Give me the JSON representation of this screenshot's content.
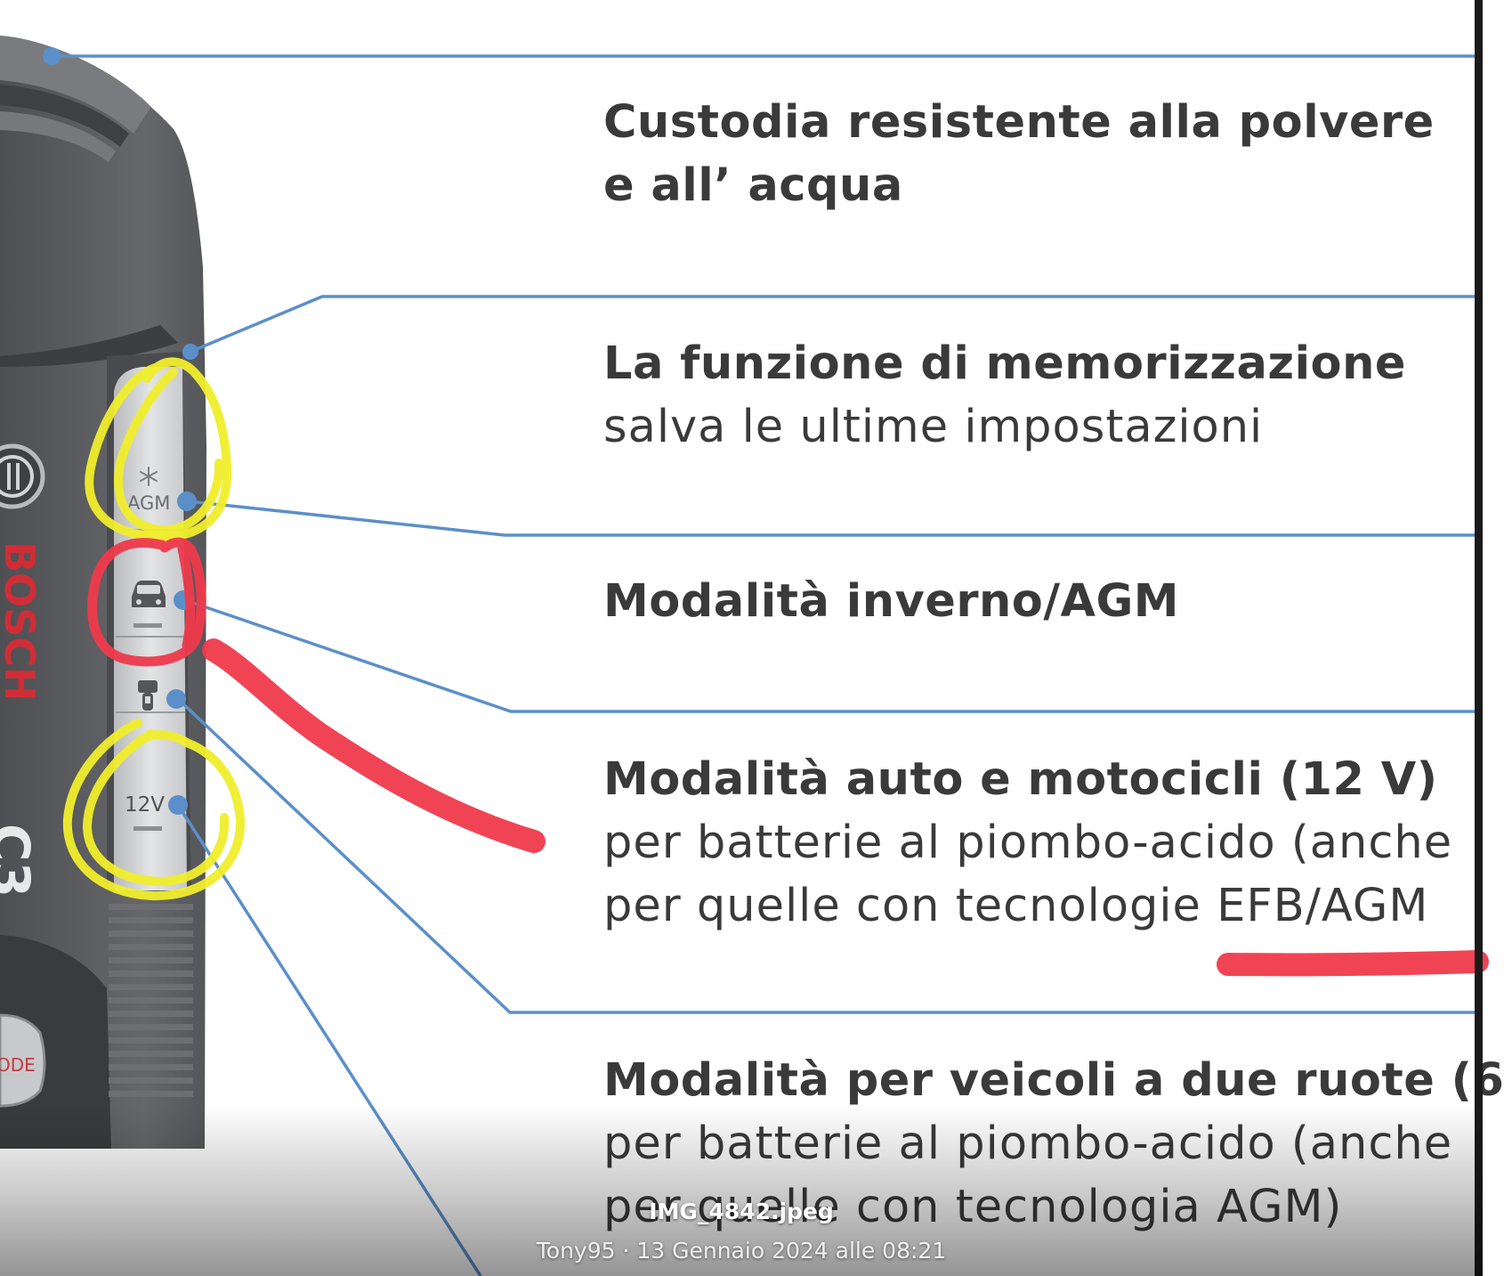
{
  "features": [
    {
      "title": "Custodia resistente alla polvere",
      "desc": "e all’ acqua",
      "desc_bold": true
    },
    {
      "title": "La funzione di memorizzazione",
      "desc": "salva le ultime impostazioni"
    },
    {
      "title": "Modalità inverno/AGM"
    },
    {
      "title": "Modalità auto e motocicli (12 V)",
      "desc": "per batterie al piombo-acido (anche",
      "desc2": "per quelle con tecnologie EFB/AGM"
    },
    {
      "title": "Modalità per veicoli a due ruote (6",
      "desc": "per batterie al piombo-acido (anche",
      "desc2": "per quelle con tecnologia AGM)"
    }
  ],
  "device": {
    "brand": "BOSCH",
    "model": "C3",
    "agm_label": "AGM",
    "volt_label": "12V",
    "mode_label": "ODE"
  },
  "annotations": {
    "yellow": "#f1ee2c",
    "red": "#ef3a4c"
  },
  "colors": {
    "leader_line": "#5b8fc9",
    "body": "#606164"
  },
  "icons": [
    "snowflake-icon",
    "car-icon",
    "motorcycle-icon",
    "power-icon"
  ],
  "attachment": {
    "filename": "IMG_4842.jpeg",
    "meta": "Tony95 · 13 Gennaio 2024 alle 08:21"
  }
}
